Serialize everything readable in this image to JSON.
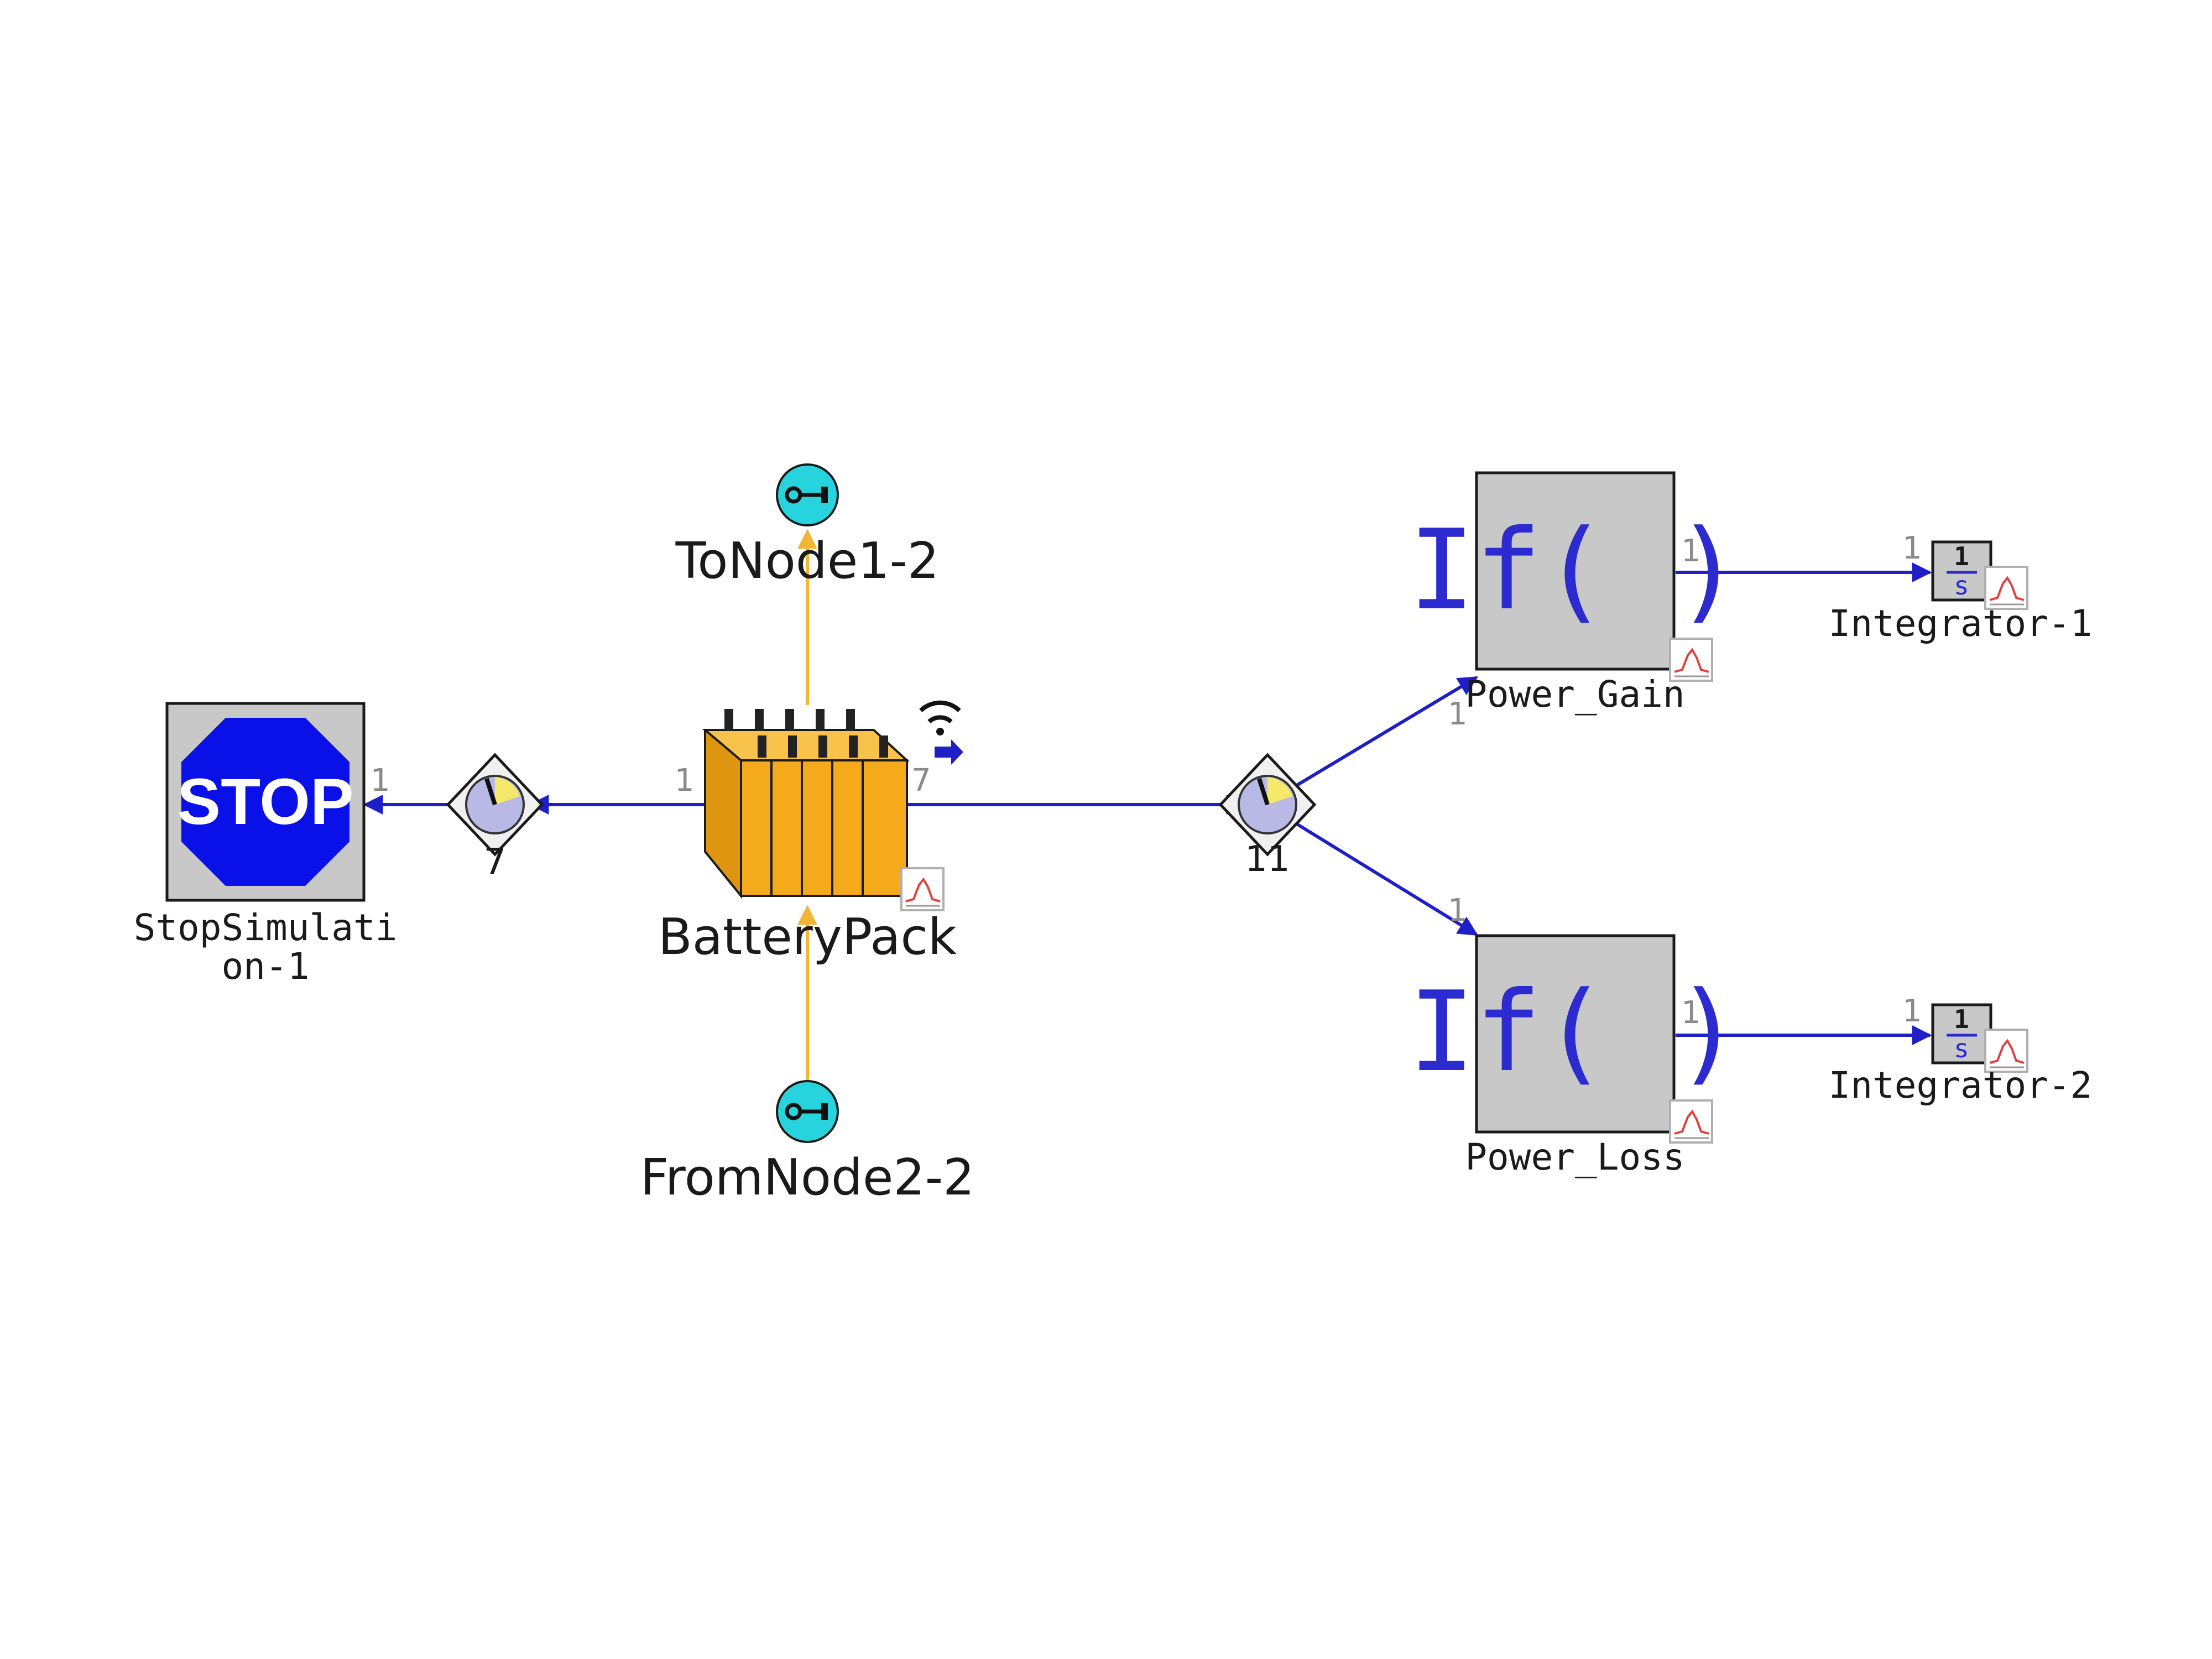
{
  "diagram": {
    "colors": {
      "wire": "#1f1fc8",
      "signal": "#f2b636",
      "block_fill": "#c8c8c8",
      "block_border": "#1a1a1a",
      "if_text": "#2b2bd0",
      "stop_octagon": "#0a10e8",
      "battery": "#f5aa1c",
      "node": "#27d3dc"
    },
    "icons": {
      "stop": "stop-sign-icon",
      "battery": "battery-pack-icon",
      "wireless": "wireless-icon",
      "node": "network-node-icon",
      "meter": "meter-icon",
      "integrator": "integrator-icon",
      "plot": "plot-icon"
    },
    "blocks": {
      "stop": {
        "label_line1": "StopSimulati",
        "label_line2": "on-1",
        "text": "STOP",
        "port_in": "1"
      },
      "meter_left": {
        "label": "7"
      },
      "battery": {
        "label": "BatteryPack",
        "port_left": "1",
        "port_right": "7"
      },
      "to_node": {
        "label": "ToNode1-2"
      },
      "from_node": {
        "label": "FromNode2-2"
      },
      "meter_right": {
        "label": "11"
      },
      "power_gain": {
        "label": "Power_Gain",
        "text": "If( )",
        "port_in": "1",
        "port_out": "1"
      },
      "power_loss": {
        "label": "Power_Loss",
        "text": "If( )",
        "port_in": "1",
        "port_out": "1"
      },
      "integrator_1": {
        "label": "Integrator-1",
        "numerator": "1",
        "denominator": "s",
        "port_in": "1"
      },
      "integrator_2": {
        "label": "Integrator-2",
        "numerator": "1",
        "denominator": "s",
        "port_in": "1"
      }
    }
  }
}
